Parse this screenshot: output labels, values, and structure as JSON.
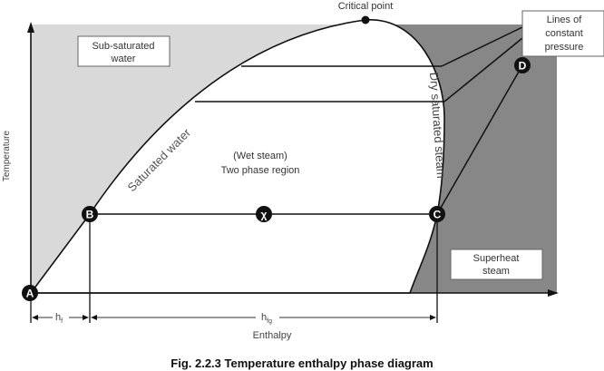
{
  "labels": {
    "critical_point": "Critical point",
    "sub_saturated": [
      "Sub-saturated",
      "water"
    ],
    "constant_pressure": [
      "Lines of",
      "constant",
      "pressure"
    ],
    "saturated_water": "Saturated water",
    "dry_saturated_steam": "Dry saturated steam",
    "wet_steam": "(Wet steam)",
    "two_phase": "Two phase region",
    "superheat": [
      "Superheat",
      "steam"
    ],
    "y_axis": "Temperature",
    "x_axis": "Enthalpy",
    "hf": "h",
    "hf_sub": "f",
    "hfg": "h",
    "hfg_sub": "fg"
  },
  "points": {
    "a": "A",
    "b": "B",
    "c": "C",
    "d": "D",
    "x": "χ"
  },
  "caption": "Fig. 2.2.3 Temperature enthalpy phase diagram",
  "colors": {
    "subsaturated": "#d9d9d9",
    "superheat": "#878787",
    "line": "#111111"
  }
}
